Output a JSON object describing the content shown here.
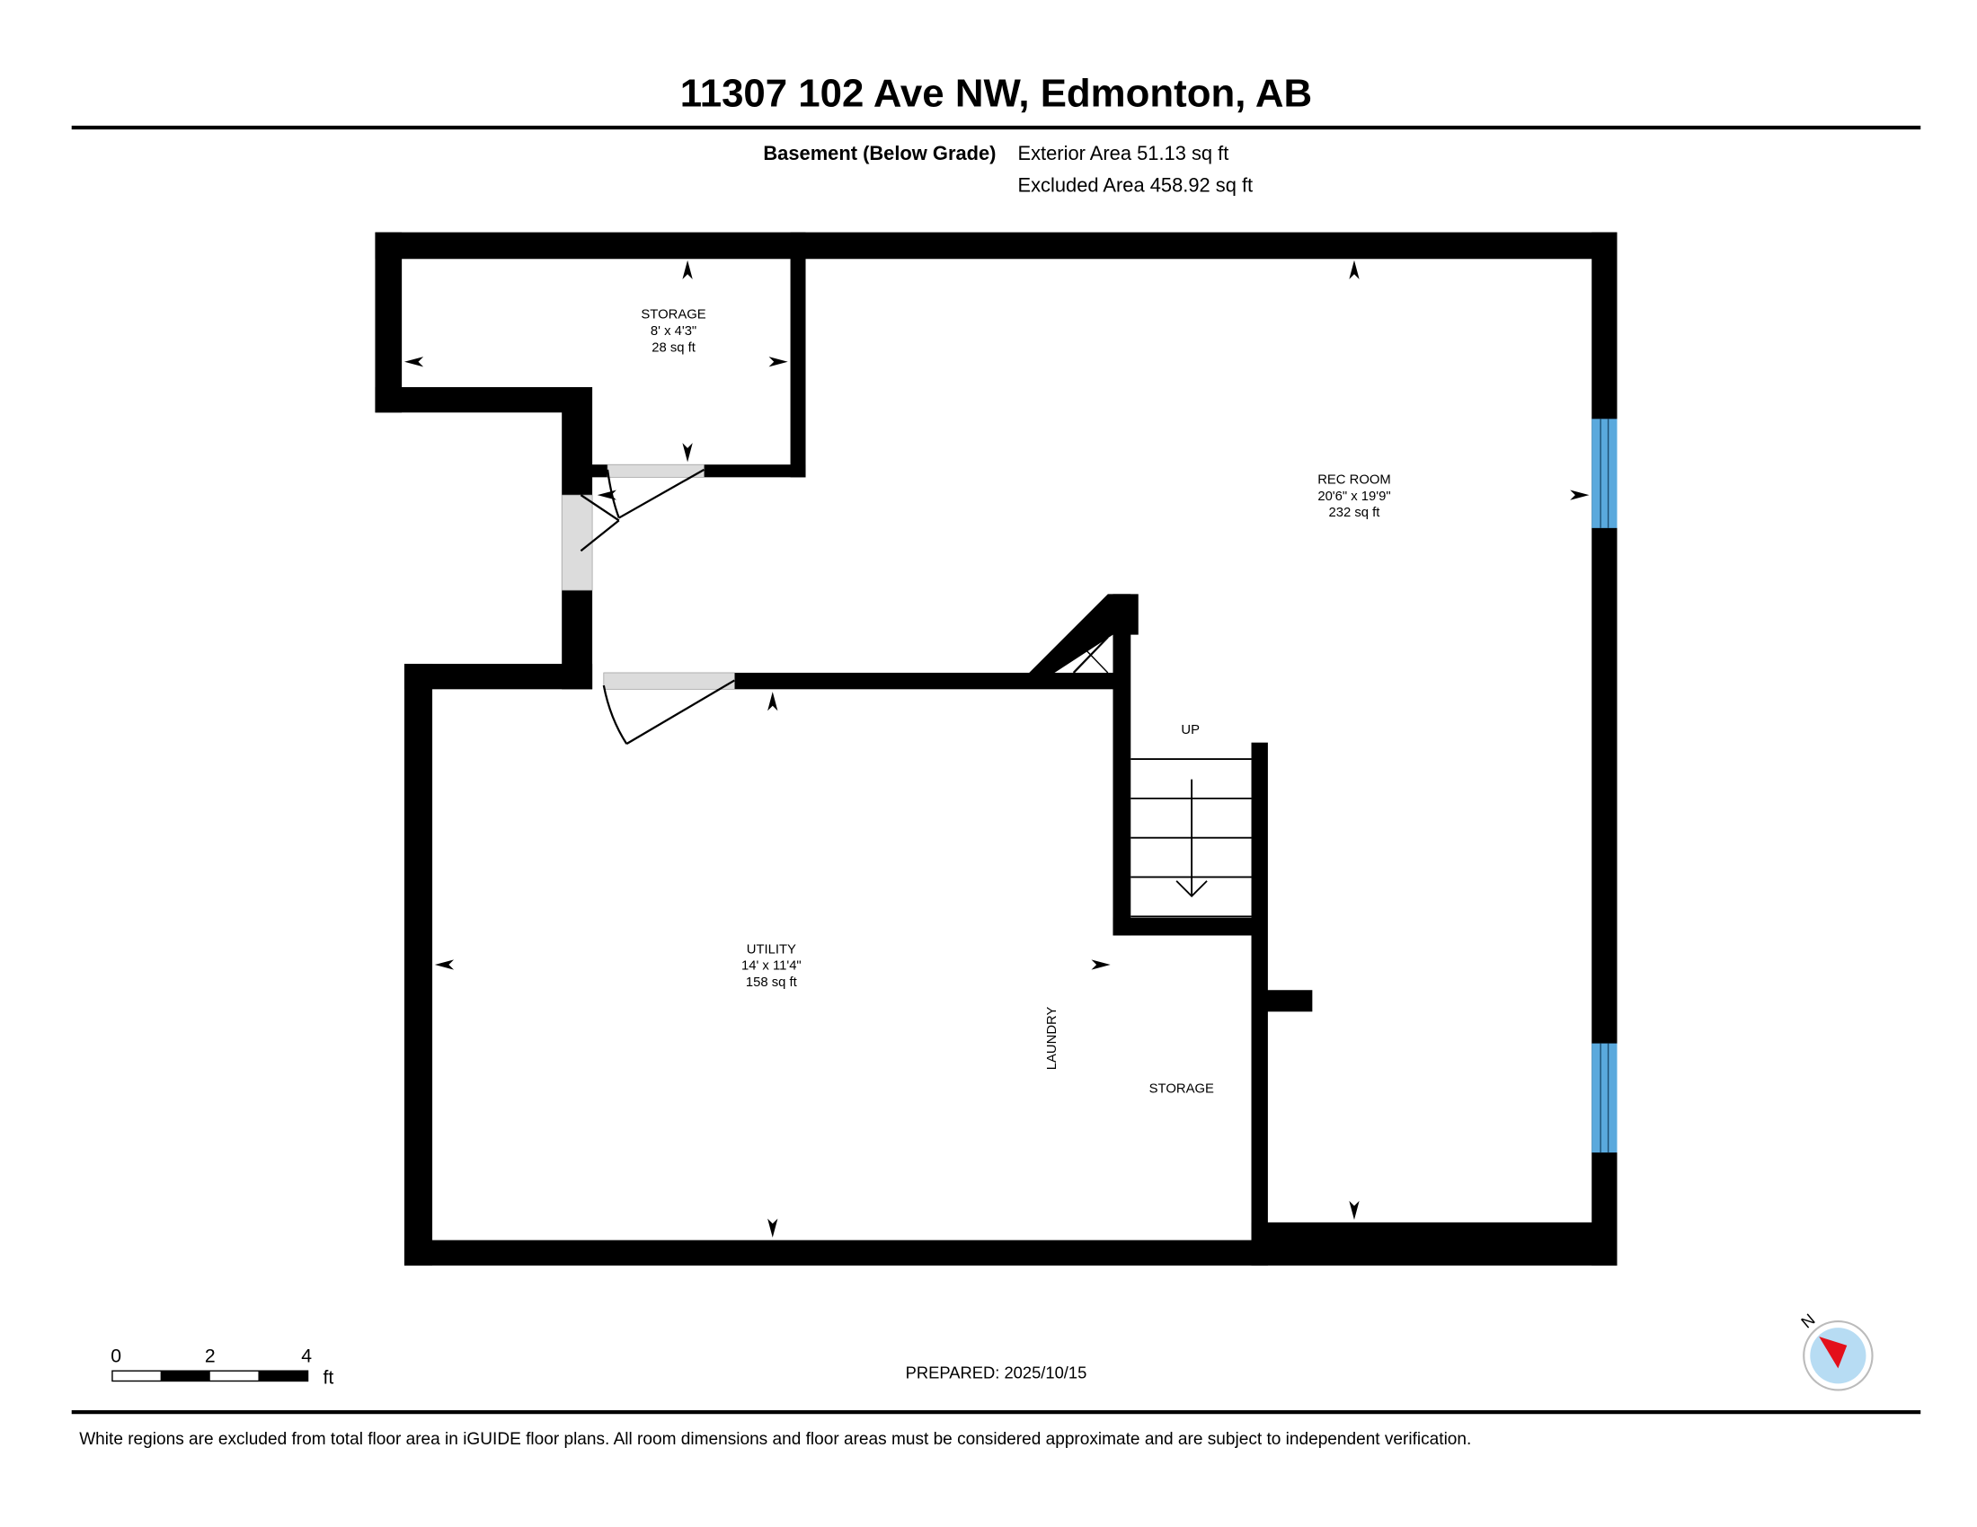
{
  "header": {
    "title": "11307 102 Ave NW, Edmonton, AB",
    "floor_label": "Basement (Below Grade)",
    "exterior_area": "Exterior Area 51.13 sq ft",
    "excluded_area": "Excluded Area 458.92 sq ft"
  },
  "rooms": {
    "storage_top": {
      "name": "STORAGE",
      "dims": "8' x 4'3\"",
      "area": "28 sq ft"
    },
    "rec_room": {
      "name": "REC ROOM",
      "dims": "20'6\" x 19'9\"",
      "area": "232 sq ft"
    },
    "utility": {
      "name": "UTILITY",
      "dims": "14' x 11'4\"",
      "area": "158 sq ft"
    },
    "laundry": {
      "name": "LAUNDRY"
    },
    "storage_bottom": {
      "name": "STORAGE"
    },
    "stairs": {
      "label": "UP"
    }
  },
  "scale_bar": {
    "ticks": [
      "0",
      "2",
      "4"
    ],
    "unit": "ft"
  },
  "prepared": "PREPARED: 2025/10/15",
  "compass": {
    "label": "N"
  },
  "disclaimer": "White regions are excluded from total floor area in iGUIDE floor plans. All room dimensions and floor areas must be considered approximate and are subject to independent verification.",
  "colors": {
    "wall": "#000000",
    "window": "#5aa9dd",
    "door": "#dcdcdc",
    "compass_fill": "#b7dcf3",
    "compass_needle": "#e3101a"
  }
}
